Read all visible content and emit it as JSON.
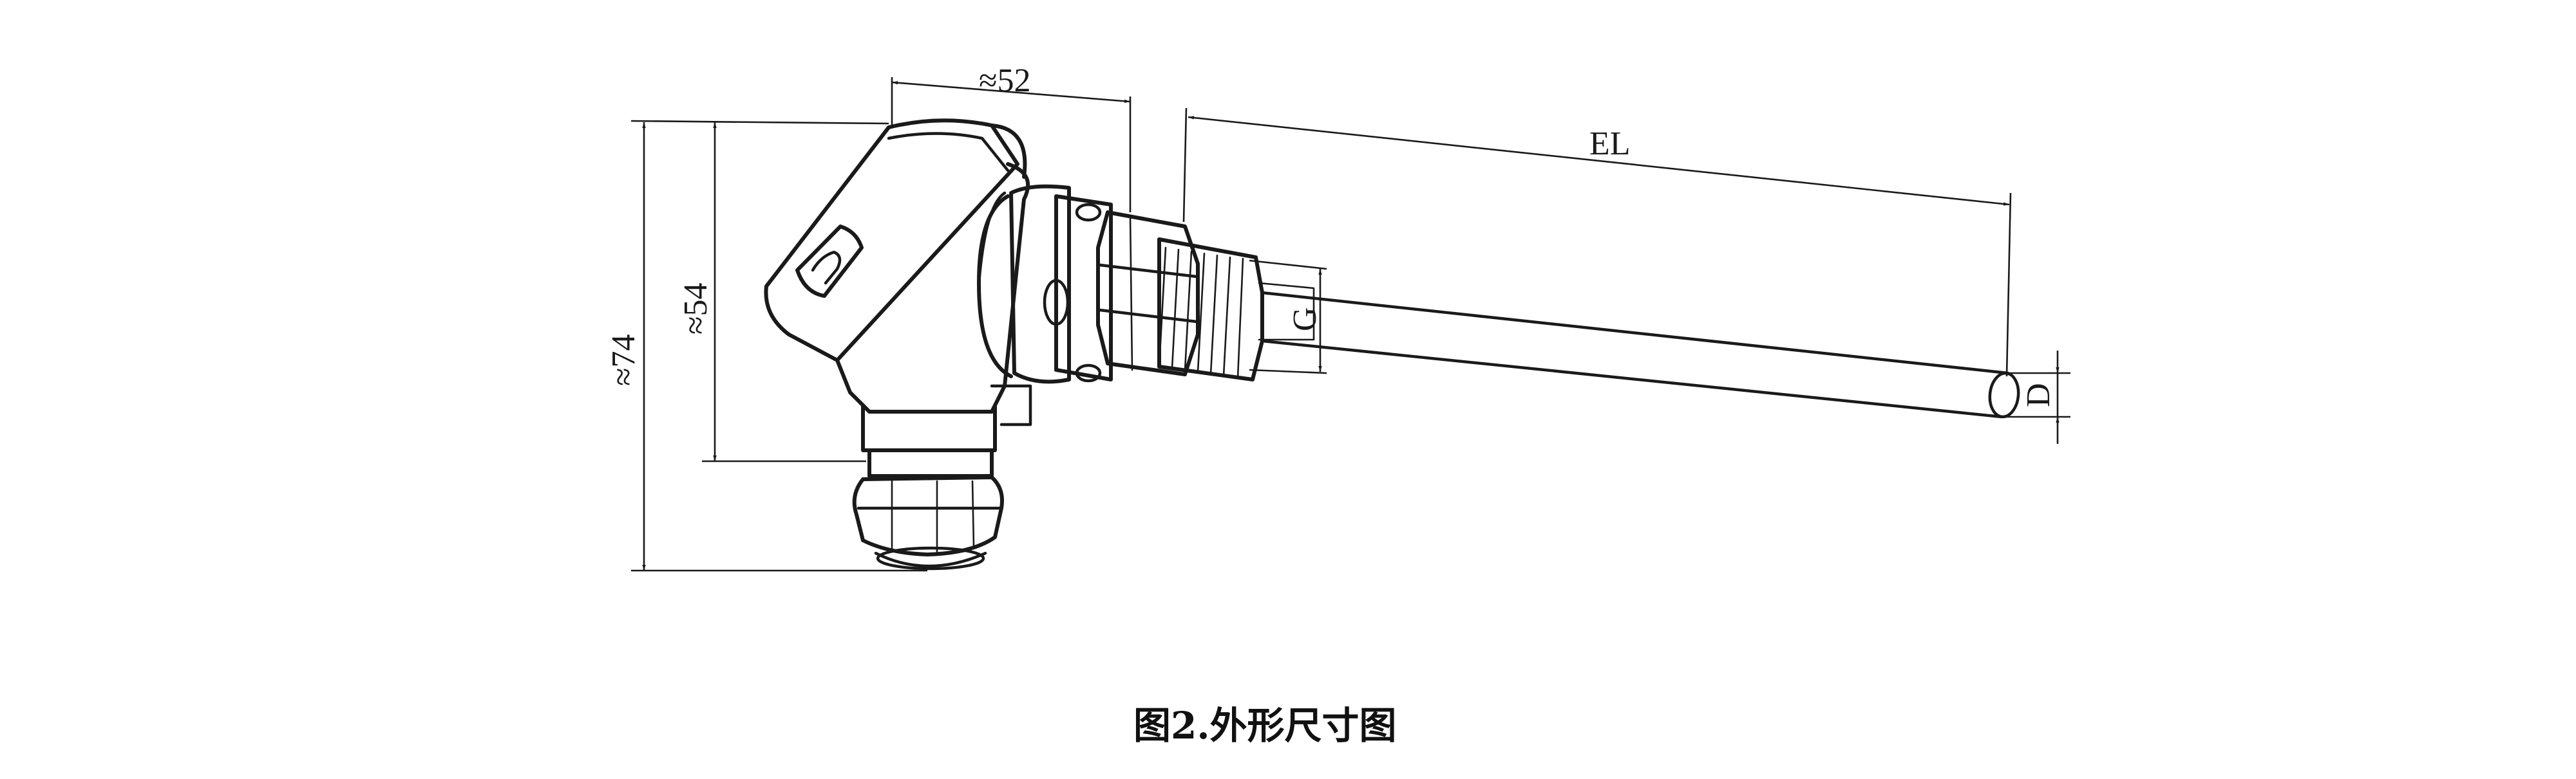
{
  "diagram": {
    "caption": "图2.外形尺寸图",
    "dimensions": {
      "head_width": "≈52",
      "total_height": "≈74",
      "head_height": "≈54",
      "insertion_length": "EL",
      "thread": "G",
      "diameter": "D"
    }
  }
}
